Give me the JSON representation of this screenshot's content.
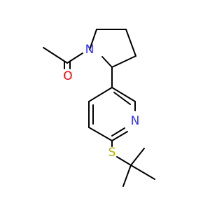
{
  "atoms": [
    {
      "id": "N1",
      "label": "N",
      "color": "#3333ff"
    },
    {
      "id": "O1",
      "label": "O",
      "color": "#ff0000"
    },
    {
      "id": "N2",
      "label": "N",
      "color": "#3333ff"
    },
    {
      "id": "S1",
      "label": "S",
      "color": "#b2b200"
    }
  ]
}
